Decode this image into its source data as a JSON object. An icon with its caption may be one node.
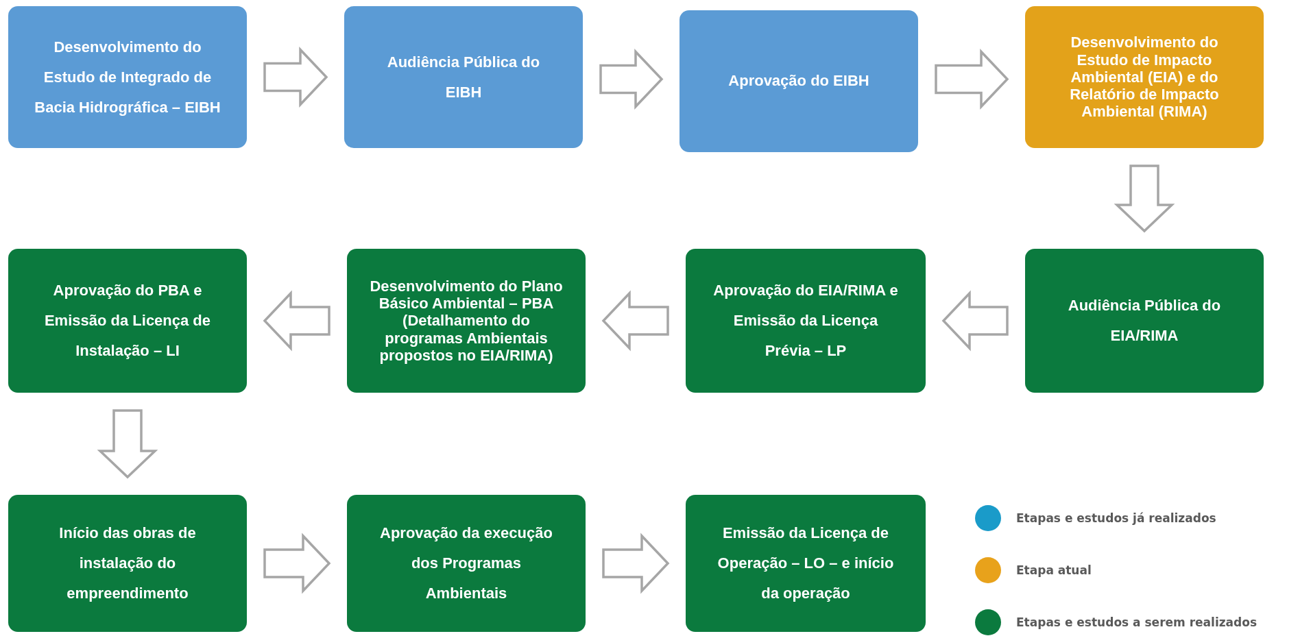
{
  "diagram": {
    "nodes": [
      {
        "text": [
          "Desenvolvimento do Estudo de Integrado de Bacia Hidrográfica – EIBH"
        ]
      },
      {
        "text": [
          "Audiência Pública do EIBH"
        ]
      },
      {
        "text": [
          "Aprovação do EIBH"
        ]
      },
      {
        "text": [
          "Desenvolvimento do Estudo de Impacto Ambiental (EIA) e do Relatório de Impacto Ambiental (RIMA)"
        ]
      },
      {
        "text": [
          "Aprovação do PBA e Emissão da Licença de Instalação – LI"
        ]
      },
      {
        "text": [
          "Desenvolvimento do Plano Básico Ambiental – PBA (Detalhamento do programas Ambientais propostos no EIA/RIMA)"
        ]
      },
      {
        "text": [
          "Aprovação do EIA/RIMA e Emissão da Licença Prévia – LP"
        ]
      },
      {
        "text": [
          "Audiência Pública do EIA/RIMA"
        ]
      },
      {
        "text": [
          "Início das obras de instalação do empreendimento"
        ]
      },
      {
        "text": [
          "Aprovação da execução dos Programas Ambientais"
        ]
      },
      {
        "text": [
          "Emissão da Licença de Operação – LO – e início da operação"
        ]
      }
    ],
    "edges": [
      {
        "from": 0,
        "to": 1,
        "arrow": "to"
      },
      {
        "from": 1,
        "to": 2,
        "arrow": "to"
      },
      {
        "from": 2,
        "to": 3,
        "arrow": "to"
      },
      {
        "from": 3,
        "to": 7,
        "arrow": "to"
      },
      {
        "from": 7,
        "to": 6,
        "arrow": "to"
      },
      {
        "from": 6,
        "to": 5,
        "arrow": "to"
      },
      {
        "from": 5,
        "to": 4,
        "arrow": "to"
      },
      {
        "from": 4,
        "to": 8,
        "arrow": "to"
      },
      {
        "from": 8,
        "to": 9,
        "arrow": "to"
      },
      {
        "from": 9,
        "to": 10,
        "arrow": "to"
      }
    ],
    "legend": [
      {
        "text": "Etapas e estudos já realizados",
        "color": "#1a9bc9"
      },
      {
        "text": "Etapa atual",
        "color": "#e8a21b"
      },
      {
        "text": "Etapas e estudos a serem realizados",
        "color": "#0b7a3e"
      }
    ]
  }
}
